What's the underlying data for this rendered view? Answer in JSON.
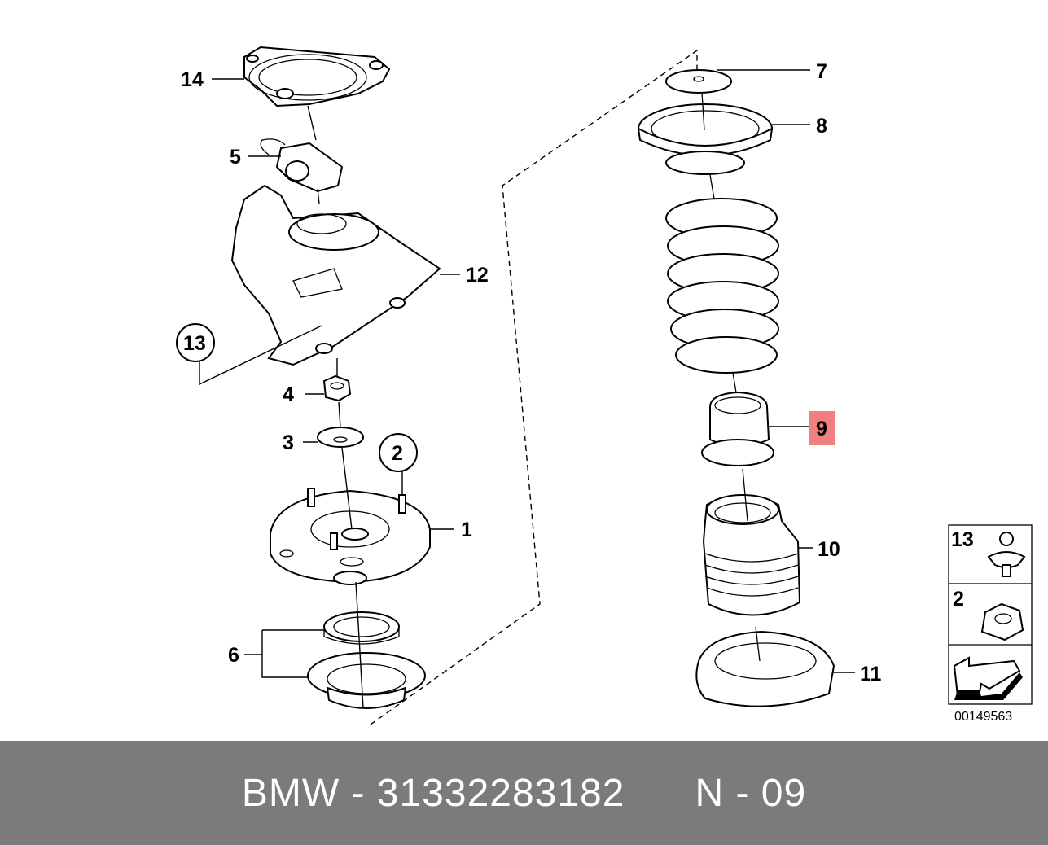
{
  "diagram": {
    "labels": {
      "p1": "1",
      "p2": "2",
      "p3": "3",
      "p4": "4",
      "p5": "5",
      "p6": "6",
      "p7": "7",
      "p8": "8",
      "p9": "9",
      "p10": "10",
      "p11": "11",
      "p12": "12",
      "p13": "13",
      "p14": "14"
    },
    "highlight_color": "#f08080",
    "legend": {
      "item_a": "13",
      "item_b": "2"
    },
    "drawing_number": "00149563"
  },
  "footer": {
    "brand": "BMW",
    "separator": " - ",
    "part_number": "31332283182",
    "position": "N - 09"
  }
}
